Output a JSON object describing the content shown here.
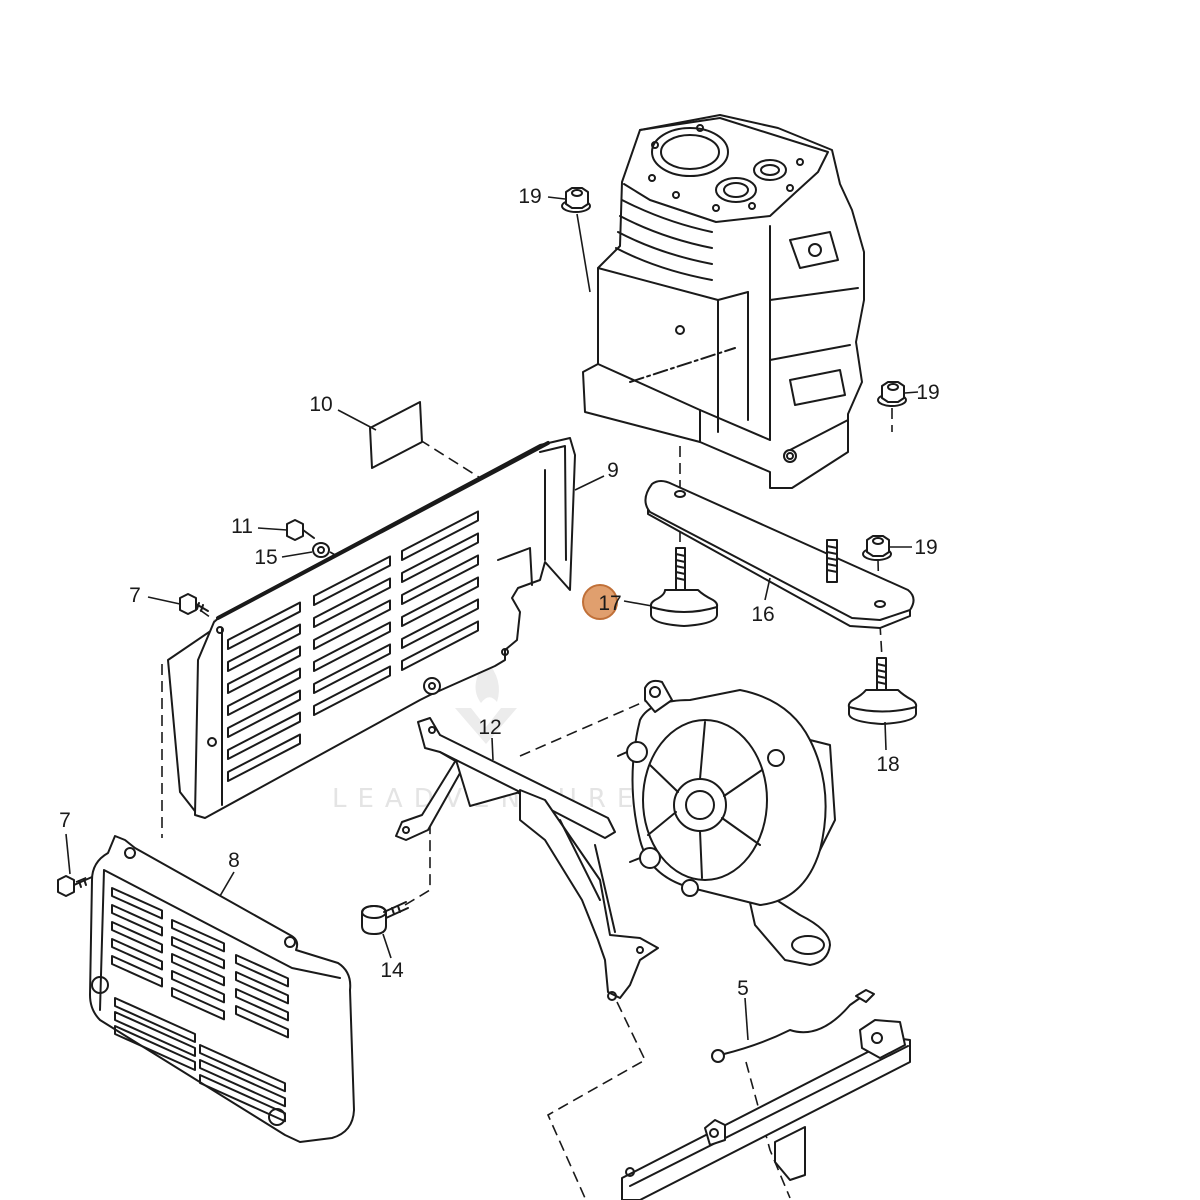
{
  "diagram": {
    "watermark": "LEADVENTURE",
    "callouts": [
      {
        "label": "19"
      },
      {
        "label": "19"
      },
      {
        "label": "19"
      },
      {
        "label": "10"
      },
      {
        "label": "9"
      },
      {
        "label": "11"
      },
      {
        "label": "15"
      },
      {
        "label": "7"
      },
      {
        "label": "17",
        "highlighted": true
      },
      {
        "label": "16"
      },
      {
        "label": "18"
      },
      {
        "label": "12"
      },
      {
        "label": "7"
      },
      {
        "label": "8"
      },
      {
        "label": "14"
      },
      {
        "label": "5"
      }
    ]
  },
  "colors": {
    "line": "#1a1a1a",
    "highlight": "#d98a4e",
    "background": "#ffffff"
  }
}
